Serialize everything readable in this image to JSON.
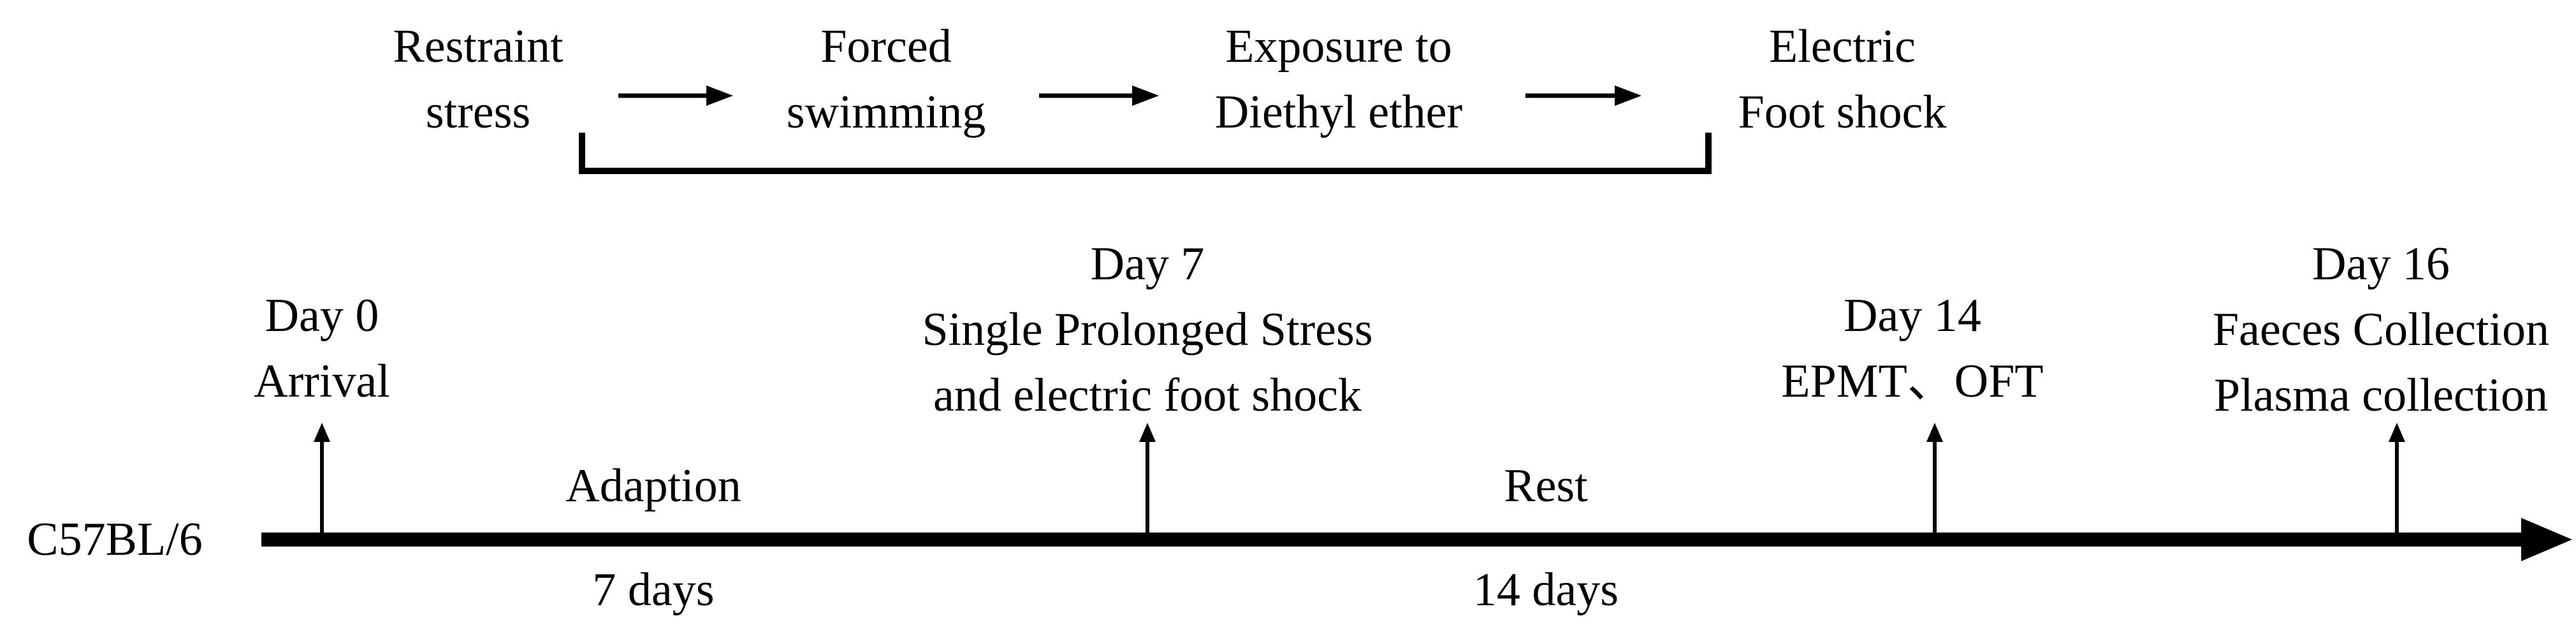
{
  "protocol": {
    "steps": [
      {
        "line1": "Restraint",
        "line2": "stress"
      },
      {
        "line1": "Forced",
        "line2": "swimming"
      },
      {
        "line1": "Exposure to",
        "line2": "Diethyl ether"
      },
      {
        "line1": "Electric",
        "line2": "Foot shock"
      }
    ]
  },
  "timeline": {
    "strain": "C57BL/6",
    "events": [
      {
        "day": "Day 0",
        "line1": "Arrival",
        "line2": ""
      },
      {
        "day": "Day 7",
        "line1": "Single Prolonged Stress",
        "line2": "and electric foot shock"
      },
      {
        "day": "Day 14",
        "line1": "EPMT、OFT",
        "line2": ""
      },
      {
        "day": "Day 16",
        "line1": "Faeces Collection",
        "line2": "Plasma collection"
      }
    ],
    "phases": [
      {
        "name": "Adaption",
        "duration": "7 days"
      },
      {
        "name": "Rest",
        "duration": "14 days"
      }
    ]
  }
}
